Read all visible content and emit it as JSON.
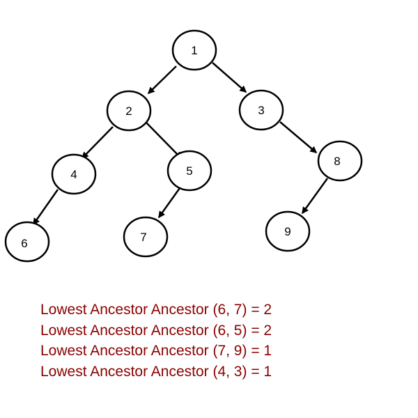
{
  "colors": {
    "node_stroke": "#000000",
    "node_fill": "#ffffff",
    "edge": "#000000",
    "caption_text": "#8b0000"
  },
  "tree": {
    "nodes": [
      {
        "id": "n1",
        "label": "1"
      },
      {
        "id": "n2",
        "label": "2"
      },
      {
        "id": "n3",
        "label": "3"
      },
      {
        "id": "n4",
        "label": "4"
      },
      {
        "id": "n5",
        "label": "5"
      },
      {
        "id": "n6",
        "label": "6"
      },
      {
        "id": "n7",
        "label": "7"
      },
      {
        "id": "n8",
        "label": "8"
      },
      {
        "id": "n9",
        "label": "9"
      }
    ],
    "edges": [
      {
        "from": "n1",
        "to": "n2"
      },
      {
        "from": "n1",
        "to": "n3"
      },
      {
        "from": "n2",
        "to": "n4"
      },
      {
        "from": "n2",
        "to": "n5"
      },
      {
        "from": "n4",
        "to": "n6"
      },
      {
        "from": "n5",
        "to": "n7"
      },
      {
        "from": "n3",
        "to": "n8"
      },
      {
        "from": "n8",
        "to": "n9"
      }
    ]
  },
  "captions": [
    "Lowest Ancestor Ancestor (6, 7) = 2",
    "Lowest Ancestor Ancestor (6, 5) = 2",
    "Lowest Ancestor Ancestor (7, 9) = 1",
    "Lowest Ancestor Ancestor (4, 3) = 1"
  ]
}
